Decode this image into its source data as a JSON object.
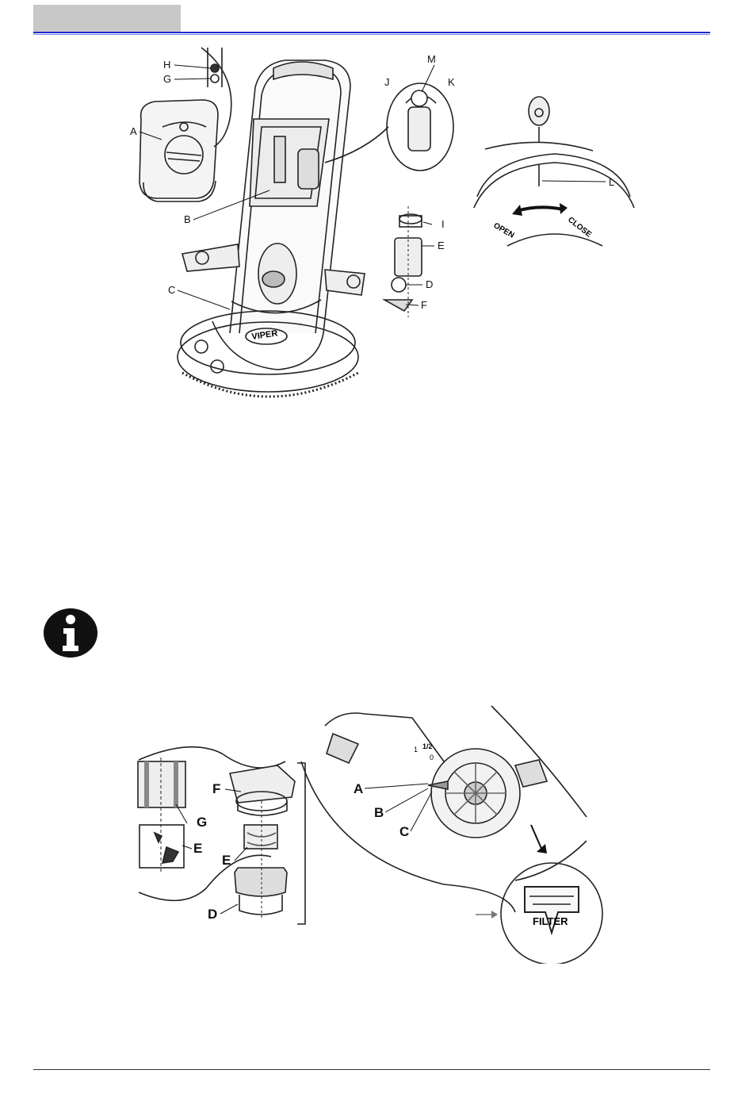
{
  "header": {
    "section_tab": ""
  },
  "figure1": {
    "callouts": [
      "H",
      "G",
      "A",
      "B",
      "C",
      "M",
      "J",
      "K",
      "I",
      "E",
      "D",
      "F",
      "L"
    ],
    "valve_text": {
      "open": "OPEN",
      "close": "CLOSE"
    },
    "brand": "VIPER"
  },
  "info_icon": "info-icon",
  "figure2": {
    "callouts": [
      "F",
      "G",
      "E",
      "E",
      "D",
      "A",
      "B",
      "C"
    ],
    "lever_marks": [
      "1",
      "1/2",
      "0"
    ],
    "filter_sign": "FILTER"
  }
}
